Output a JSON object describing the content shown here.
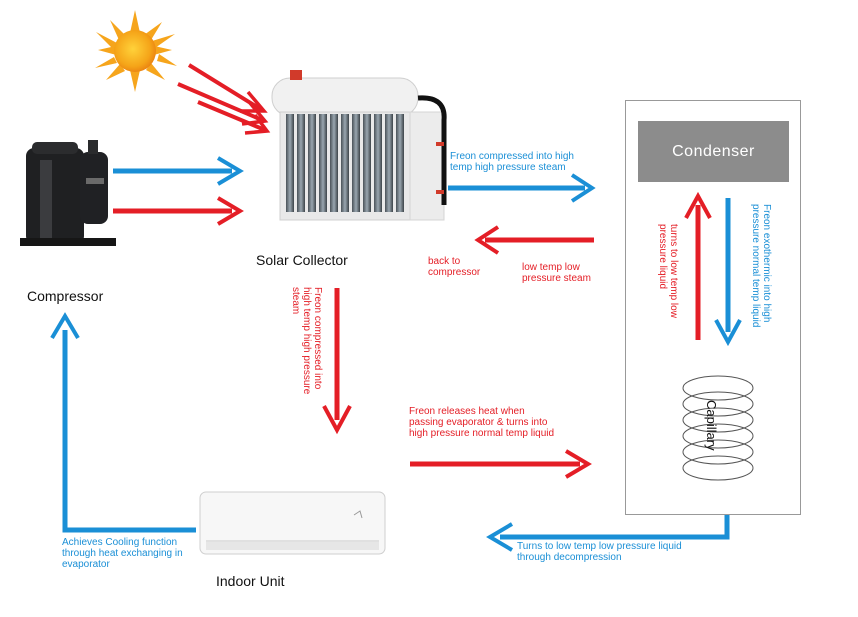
{
  "labels": {
    "solar_collector": "Solar Collector",
    "compressor": "Compressor",
    "indoor_unit": "Indoor Unit",
    "condenser": "Condenser",
    "capillary": "Capillary"
  },
  "annotations": {
    "freon_compressed_top": "Freon compressed into high temp high pressure steam",
    "back_to_compressor": "back to compressor",
    "low_temp_steam": "low temp low pressure steam",
    "freon_compressed_vertical": "Freon compressed into high temp high pressure steam",
    "freon_releases_heat": "Freon releases heat when passing evaporator & turns into high pressure normal temp liquid",
    "freon_exothermic": "Freon exothermic into high pressure normal temp liquid",
    "turns_low_temp": "turns to low temp low pressure liquid",
    "achieves_cooling": "Achieves Cooling function through heat exchanging in evaporator",
    "turns_decompression": "Turns to low temp low pressure liquid through decompression"
  },
  "colors": {
    "blue": "#1a8fd6",
    "red": "#e41e26",
    "condenser_fill": "#8c8c8c"
  },
  "icons": [
    "sun-icon",
    "solar-collector-icon",
    "compressor-icon",
    "indoor-unit-icon",
    "capillary-coil-icon"
  ]
}
